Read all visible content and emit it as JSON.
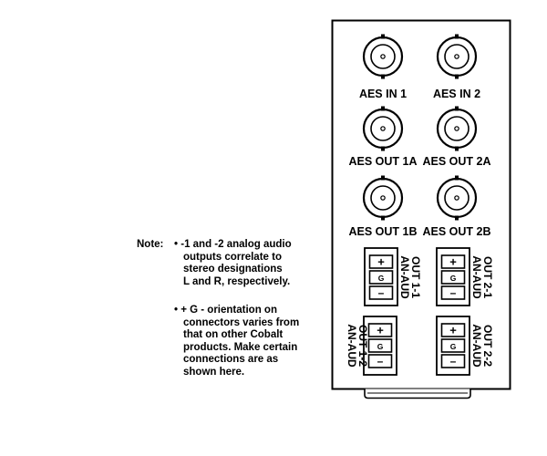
{
  "panel": {
    "connectors": [
      {
        "id": "aes-in-1",
        "label": "AES IN 1"
      },
      {
        "id": "aes-in-2",
        "label": "AES IN 2"
      },
      {
        "id": "aes-out-1a",
        "label": "AES OUT 1A"
      },
      {
        "id": "aes-out-2a",
        "label": "AES OUT 2A"
      },
      {
        "id": "aes-out-1b",
        "label": "AES OUT 1B"
      },
      {
        "id": "aes-out-2b",
        "label": "AES OUT 2B"
      }
    ],
    "terminal_blocks": [
      {
        "id": "an-aud-out-1-1",
        "line1": "AN-AUD",
        "line2": "OUT 1-1"
      },
      {
        "id": "an-aud-out-2-1",
        "line1": "AN-AUD",
        "line2": "OUT 2-1"
      },
      {
        "id": "an-aud-out-1-2",
        "line1": "AN-AUD",
        "line2": "OUT 1-2"
      },
      {
        "id": "an-aud-out-2-2",
        "line1": "AN-AUD",
        "line2": "OUT 2-2"
      }
    ],
    "pin_labels": {
      "plus": "+",
      "ground": "G",
      "minus": "–"
    }
  },
  "note": {
    "heading": "Note:",
    "bullet": "•",
    "items": [
      {
        "lines": [
          "-1 and -2 analog audio",
          "outputs correlate to",
          "stereo designations",
          "L and R, respectively."
        ]
      },
      {
        "lines": [
          "+ G - orientation on",
          "connectors varies from",
          "that on other Cobalt",
          "products. Make certain",
          "connections are as",
          "shown here."
        ]
      }
    ]
  }
}
